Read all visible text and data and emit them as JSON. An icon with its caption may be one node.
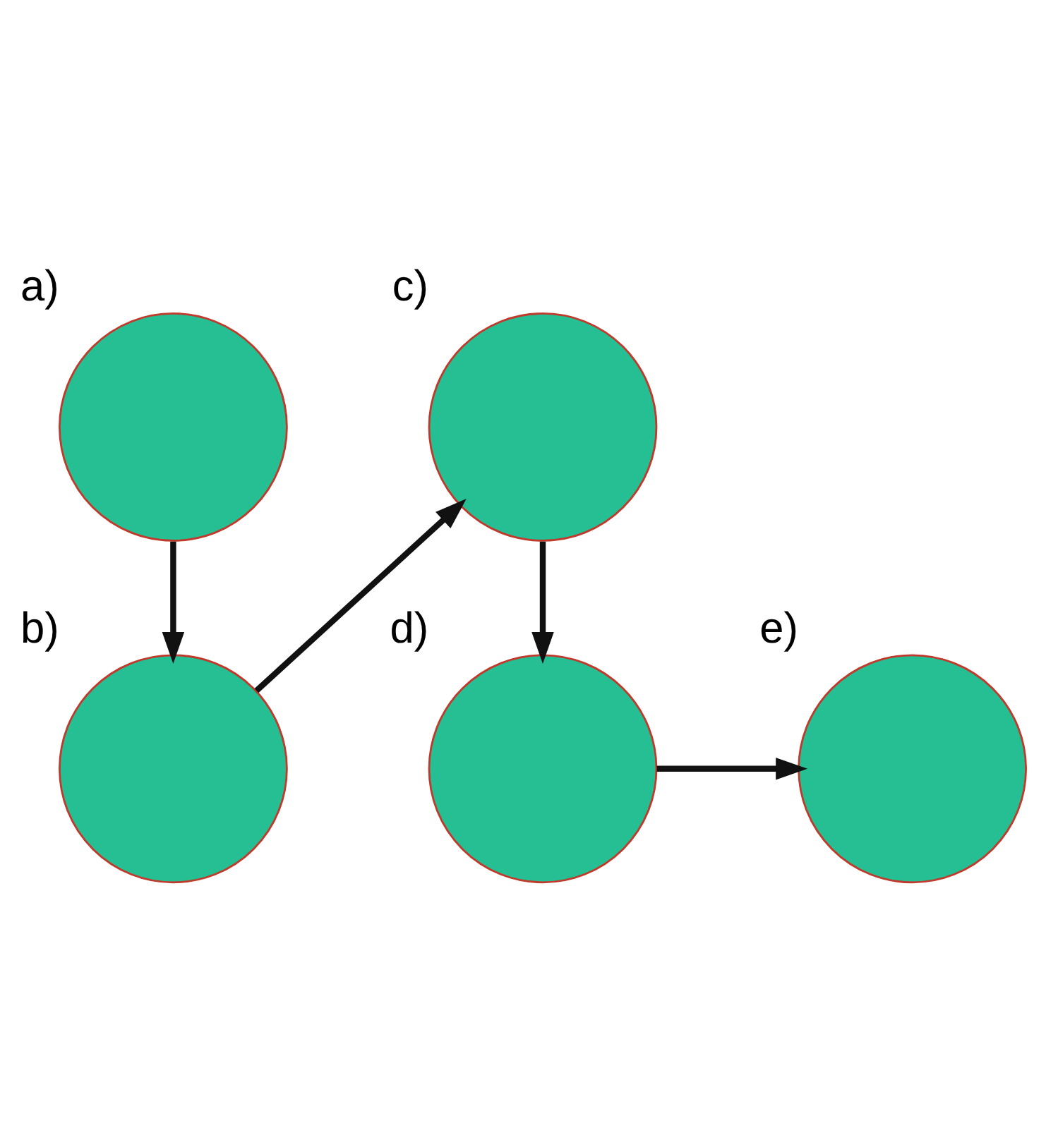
{
  "diagram": {
    "nodes": [
      {
        "text": [],
        "shape": "circle",
        "beside": [
          "a)"
        ]
      },
      {
        "text": [],
        "shape": "circle",
        "beside": [
          "b)"
        ]
      },
      {
        "text": [],
        "shape": "circle",
        "beside": [
          "c)"
        ]
      },
      {
        "text": [],
        "shape": "circle",
        "beside": [
          "d)"
        ]
      },
      {
        "text": [],
        "shape": "circle",
        "beside": [
          "e)"
        ]
      }
    ],
    "edges": [
      {
        "from": 0,
        "to": 1,
        "arrow": "to"
      },
      {
        "from": 1,
        "to": 2,
        "arrow": "to"
      },
      {
        "from": 2,
        "to": 3,
        "arrow": "to"
      },
      {
        "from": 3,
        "to": 4,
        "arrow": "to"
      }
    ]
  }
}
